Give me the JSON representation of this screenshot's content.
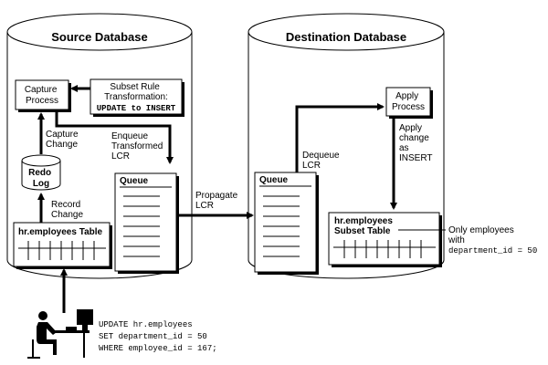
{
  "source_db": {
    "title": "Source Database",
    "capture_process": [
      "Capture",
      "Process"
    ],
    "transformation": [
      "Subset Rule",
      "Transformation:"
    ],
    "transformation_code": "UPDATE to INSERT",
    "enqueue_label": [
      "Enqueue",
      "Transformed",
      "LCR"
    ],
    "capture_change_label": [
      "Capture",
      "Change"
    ],
    "redo_log": [
      "Redo",
      "Log"
    ],
    "record_change_label": [
      "Record",
      "Change"
    ],
    "table_label": "hr.employees Table",
    "queue_label": "Queue"
  },
  "propagate_label": [
    "Propagate",
    "LCR"
  ],
  "destination_db": {
    "title": "Destination Database",
    "apply_process": [
      "Apply",
      "Process"
    ],
    "apply_change_label": [
      "Apply",
      "change",
      "as",
      "INSERT"
    ],
    "dequeue_label": [
      "Dequeue",
      "LCR"
    ],
    "queue_label": "Queue",
    "subset_table": [
      "hr.employees",
      "Subset Table"
    ]
  },
  "note": {
    "lines": [
      "Only employees",
      "with"
    ],
    "code": "department_id = 50"
  },
  "sql": [
    "UPDATE hr.employees",
    "SET department_id = 50",
    "WHERE employee_id = 167;"
  ]
}
